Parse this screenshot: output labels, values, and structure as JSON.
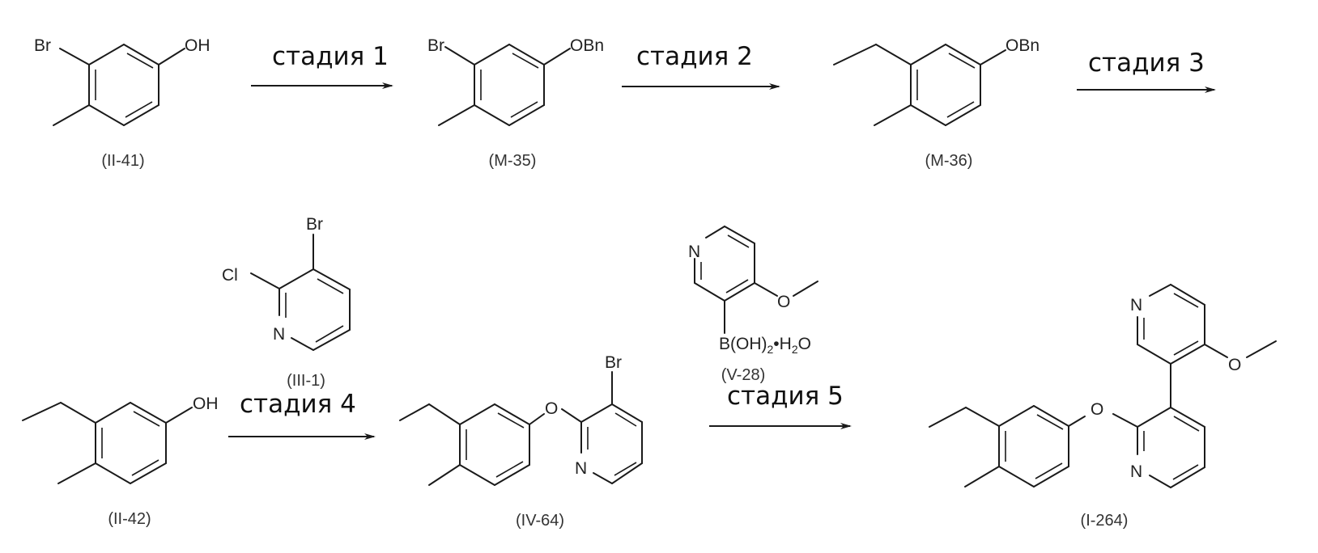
{
  "scheme": {
    "stages": [
      {
        "label": "стадия 1"
      },
      {
        "label": "стадия 2"
      },
      {
        "label": "стадия 3"
      },
      {
        "label": "стадия 4"
      },
      {
        "label": "стадия 5"
      }
    ],
    "compounds": {
      "II_41": {
        "id": "(II-41)",
        "atoms": {
          "br": "Br",
          "oh": "OH"
        }
      },
      "M_35": {
        "id": "(M-35)",
        "atoms": {
          "br": "Br",
          "obn": "OBn"
        }
      },
      "M_36": {
        "id": "(M-36)",
        "atoms": {
          "obn": "OBn"
        }
      },
      "III_1": {
        "id": "(III-1)",
        "atoms": {
          "br": "Br",
          "cl": "Cl",
          "n": "N"
        }
      },
      "II_42": {
        "id": "(II-42)",
        "atoms": {
          "oh": "OH"
        }
      },
      "IV_64": {
        "id": "(IV-64)",
        "atoms": {
          "br": "Br",
          "o": "O",
          "n": "N"
        }
      },
      "V_28": {
        "id": "(V-28)",
        "atoms": {
          "n": "N",
          "o": "O",
          "boron": "B(OH)",
          "sub2": "2",
          "dot": "•H",
          "sub2b": "2",
          "water_o": "O"
        }
      },
      "I_264": {
        "id": "(I-264)",
        "atoms": {
          "n1": "N",
          "n2": "N",
          "o1": "O",
          "o2": "O"
        }
      }
    }
  }
}
